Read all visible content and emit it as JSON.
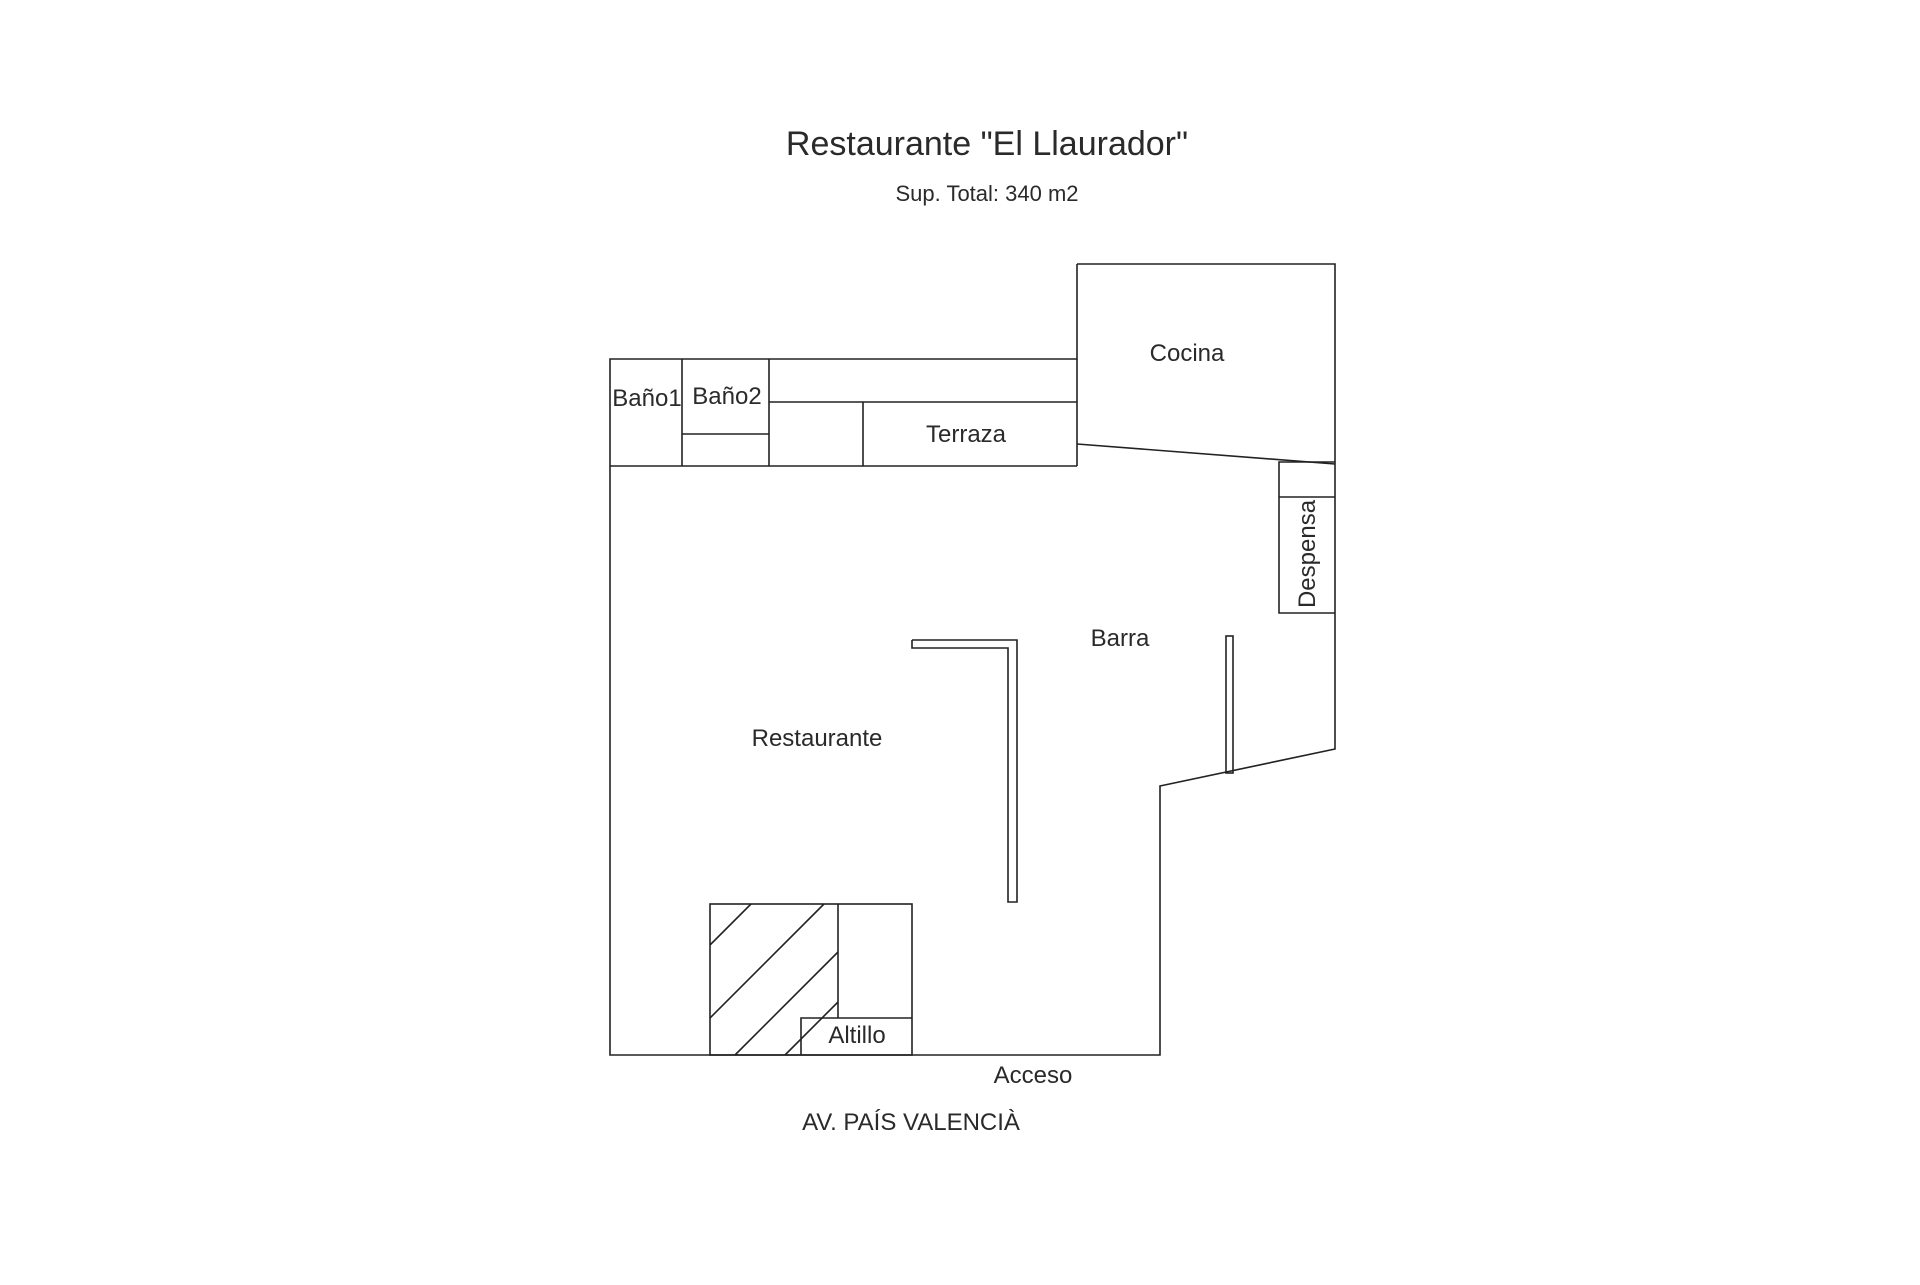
{
  "title": "Restaurante \"El Llaurador\"",
  "subtitle": "Sup. Total: 340 m2",
  "rooms": {
    "bano1": "Baño1",
    "bano2": "Baño2",
    "terraza": "Terraza",
    "cocina": "Cocina",
    "despensa": "Despensa",
    "barra": "Barra",
    "restaurante": "Restaurante",
    "altillo": "Altillo"
  },
  "entrance": "Acceso",
  "street": "AV. PAÍS VALENCIÀ",
  "colors": {
    "line": "#222222",
    "text": "#2a2a2a",
    "paper": "#ffffff"
  }
}
